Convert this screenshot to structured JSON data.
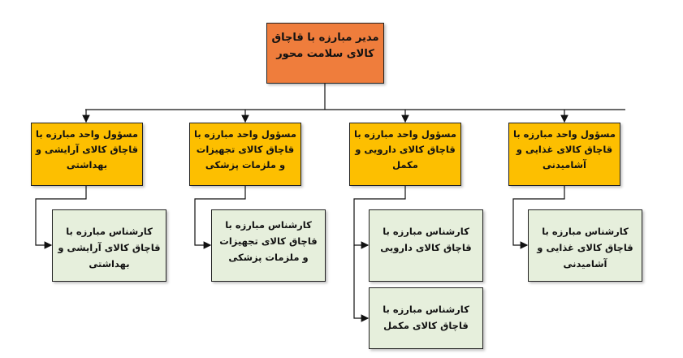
{
  "root": {
    "title": "مدیر مبارزه با قاچاق کالای سلامت محور"
  },
  "units": [
    {
      "title": "مسؤول واحد مبارزه با قاچاق کالای آرایشی و بهداشتی",
      "experts": [
        "کارشناس مبارزه با قاچاق کالای آرایشی و بهداشتی"
      ]
    },
    {
      "title": "مسؤول واحد مبارزه با قاچاق کالای تجهیزات و ملزمات پزشکی",
      "experts": [
        "کارشناس مبارزه با قاچاق کالای تجهیزات و ملزمات پزشکی"
      ]
    },
    {
      "title": "مسؤول واحد مبارزه با قاچاق کالای دارویی و مکمل",
      "experts": [
        "کارشناس مبارزه با قاچاق کالای دارویی",
        "کارشناس مبارزه با قاچاق کالای مکمل"
      ]
    },
    {
      "title": "مسؤول واحد مبارزه با قاچاق کالای غذایی و آشامیدنی",
      "experts": [
        "کارشناس مبارزه با قاچاق کالای غذایی و آشامیدنی"
      ]
    }
  ],
  "colors": {
    "root": "#ef7d3c",
    "unit": "#fdbf00",
    "expert": "#e6efdc"
  }
}
